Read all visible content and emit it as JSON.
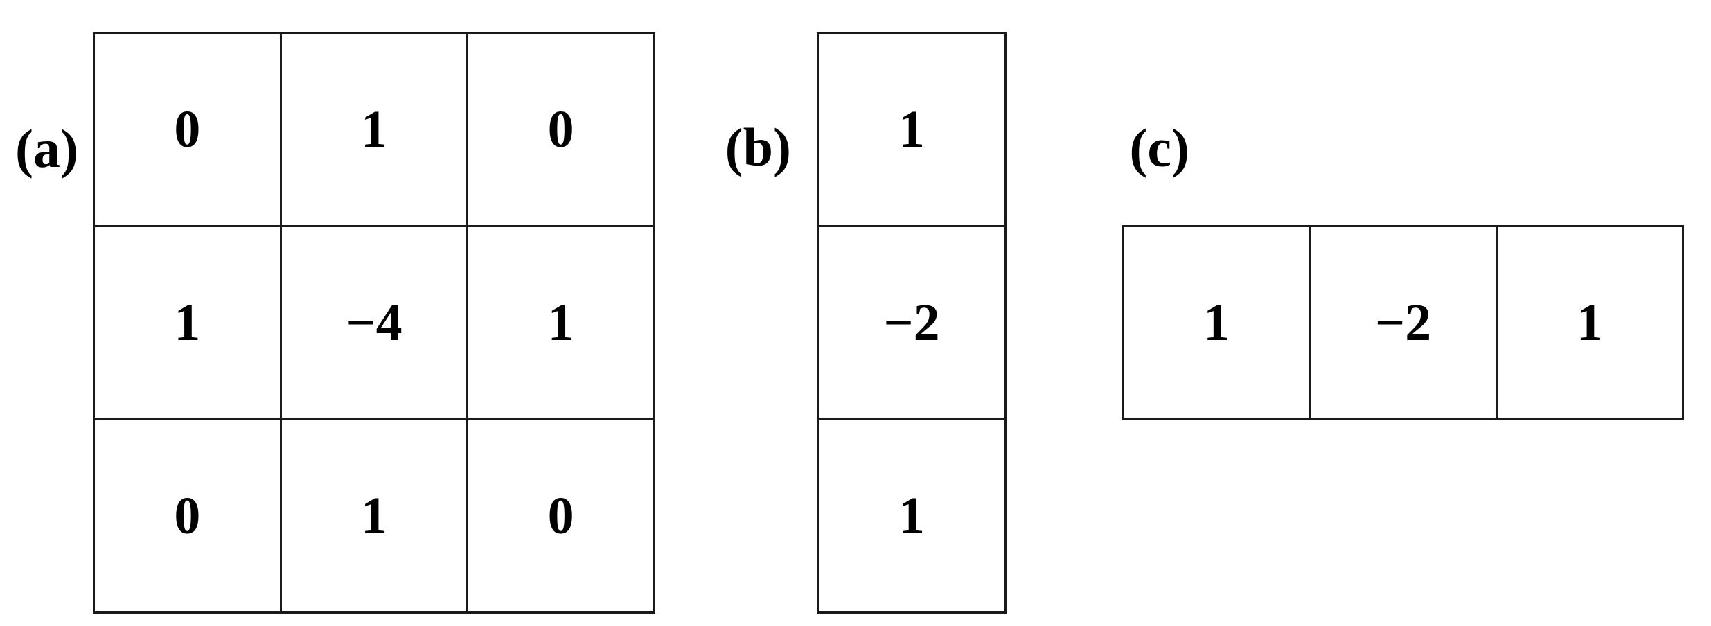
{
  "figure": {
    "background_color": "#ffffff",
    "line_color": "#1a1a1a",
    "text_color": "#000000"
  },
  "panels": [
    {
      "id": "a",
      "label": "(a)",
      "rows": 3,
      "cols": 3,
      "values": [
        [
          "0",
          "1",
          "0"
        ],
        [
          "1",
          "−4",
          "1"
        ],
        [
          "0",
          "1",
          "0"
        ]
      ]
    },
    {
      "id": "b",
      "label": "(b)",
      "rows": 3,
      "cols": 1,
      "values": [
        [
          "1"
        ],
        [
          "−2"
        ],
        [
          "1"
        ]
      ]
    },
    {
      "id": "c",
      "label": "(c)",
      "rows": 1,
      "cols": 3,
      "values": [
        [
          "1",
          "−2",
          "1"
        ]
      ]
    }
  ]
}
